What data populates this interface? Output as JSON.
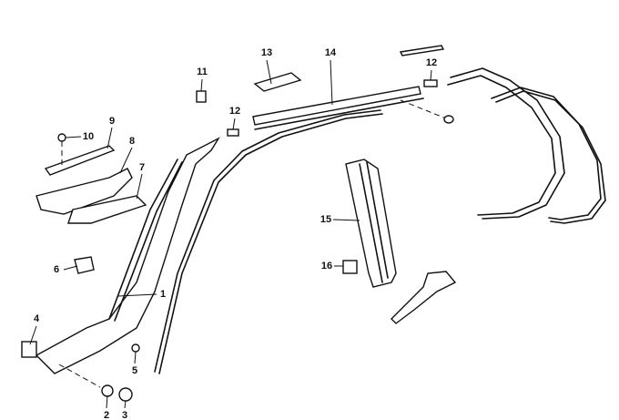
{
  "diagram": {
    "type": "exploded parts diagram",
    "callouts": [
      {
        "id": "p1",
        "label": "1"
      },
      {
        "id": "p2",
        "label": "2"
      },
      {
        "id": "p3",
        "label": "3"
      },
      {
        "id": "p4",
        "label": "4"
      },
      {
        "id": "p5",
        "label": "5"
      },
      {
        "id": "p6",
        "label": "6"
      },
      {
        "id": "p7",
        "label": "7"
      },
      {
        "id": "p8",
        "label": "8"
      },
      {
        "id": "p9",
        "label": "9"
      },
      {
        "id": "p10",
        "label": "10"
      },
      {
        "id": "p11",
        "label": "11"
      },
      {
        "id": "p12a",
        "label": "12"
      },
      {
        "id": "p12b",
        "label": "12"
      },
      {
        "id": "p13",
        "label": "13"
      },
      {
        "id": "p14",
        "label": "14"
      },
      {
        "id": "p15",
        "label": "15"
      },
      {
        "id": "p16",
        "label": "16"
      }
    ]
  }
}
